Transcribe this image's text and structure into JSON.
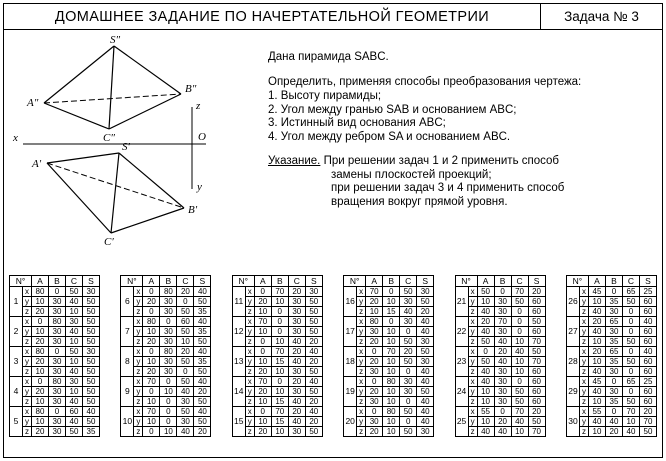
{
  "header": {
    "title": "ДОМАШНЕЕ ЗАДАНИЕ ПО НАЧЕРТАТЕЛЬНОЙ ГЕОМЕТРИИ",
    "task": "Задача № 3"
  },
  "description": {
    "given": "Дана пирамида SABC.",
    "determine": "Определить, применяя способы преобразования чертежа:",
    "items": [
      "1. Высоту пирамиды;",
      "2. Угол между гранью SAB и основанием ABC;",
      "3. Истинный вид основания ABC;",
      "4. Угол между ребром SA и основанием ABC."
    ],
    "note_label": "Указание.",
    "note_lines": [
      "При решении задач 1 и 2 применить способ",
      "замены плоскостей проекций;",
      "при решении задач 3 и 4 применить способ",
      "вращения вокруг прямой уровня."
    ]
  },
  "drawing": {
    "s2": "S″",
    "a2": "A″",
    "b2": "B″",
    "c2": "C″",
    "s1": "S′",
    "a1": "A′",
    "b1": "B′",
    "c1": "C′",
    "axis_x": "x",
    "axis_z": "z",
    "origin": "O",
    "axis_y": "y"
  },
  "table_headers": {
    "num": "N°",
    "cols": [
      "A",
      "B",
      "C",
      "S"
    ],
    "row_labels": [
      "x",
      "y",
      "z"
    ]
  },
  "tables": [
    {
      "variants": [
        {
          "n": 1,
          "x": [
            80,
            0,
            50,
            30
          ],
          "y": [
            10,
            30,
            40,
            50
          ],
          "z": [
            20,
            30,
            10,
            50
          ]
        },
        {
          "n": 2,
          "x": [
            0,
            80,
            30,
            50
          ],
          "y": [
            10,
            30,
            40,
            50
          ],
          "z": [
            20,
            30,
            10,
            50
          ]
        },
        {
          "n": 3,
          "x": [
            80,
            0,
            50,
            30
          ],
          "y": [
            20,
            30,
            10,
            50
          ],
          "z": [
            10,
            30,
            40,
            50
          ]
        },
        {
          "n": 4,
          "x": [
            0,
            80,
            30,
            50
          ],
          "y": [
            20,
            30,
            10,
            50
          ],
          "z": [
            10,
            30,
            40,
            50
          ]
        },
        {
          "n": 5,
          "x": [
            80,
            0,
            60,
            40
          ],
          "y": [
            10,
            30,
            40,
            50
          ],
          "z": [
            20,
            30,
            50,
            35
          ]
        }
      ]
    },
    {
      "variants": [
        {
          "n": 6,
          "x": [
            0,
            80,
            20,
            40
          ],
          "y": [
            20,
            30,
            0,
            50
          ],
          "z": [
            0,
            30,
            50,
            35
          ]
        },
        {
          "n": 7,
          "x": [
            80,
            0,
            60,
            40
          ],
          "y": [
            10,
            30,
            50,
            35
          ],
          "z": [
            20,
            30,
            10,
            50
          ]
        },
        {
          "n": 8,
          "x": [
            0,
            80,
            20,
            40
          ],
          "y": [
            10,
            30,
            50,
            35
          ],
          "z": [
            20,
            30,
            0,
            50
          ]
        },
        {
          "n": 9,
          "x": [
            70,
            0,
            50,
            40
          ],
          "y": [
            0,
            10,
            40,
            20
          ],
          "z": [
            10,
            0,
            30,
            50
          ]
        },
        {
          "n": 10,
          "x": [
            70,
            0,
            50,
            40
          ],
          "y": [
            10,
            0,
            30,
            50
          ],
          "z": [
            0,
            10,
            40,
            20
          ]
        }
      ]
    },
    {
      "variants": [
        {
          "n": 11,
          "x": [
            0,
            70,
            20,
            30
          ],
          "y": [
            20,
            10,
            30,
            50
          ],
          "z": [
            10,
            0,
            30,
            50
          ]
        },
        {
          "n": 12,
          "x": [
            70,
            0,
            30,
            50
          ],
          "y": [
            10,
            0,
            30,
            50
          ],
          "z": [
            0,
            10,
            40,
            20
          ]
        },
        {
          "n": 13,
          "x": [
            0,
            70,
            20,
            40
          ],
          "y": [
            10,
            15,
            40,
            20
          ],
          "z": [
            20,
            10,
            30,
            50
          ]
        },
        {
          "n": 14,
          "x": [
            70,
            0,
            20,
            40
          ],
          "y": [
            20,
            10,
            30,
            50
          ],
          "z": [
            10,
            15,
            40,
            20
          ]
        },
        {
          "n": 15,
          "x": [
            0,
            70,
            20,
            40
          ],
          "y": [
            10,
            15,
            40,
            20
          ],
          "z": [
            20,
            10,
            30,
            50
          ]
        }
      ]
    },
    {
      "variants": [
        {
          "n": 16,
          "x": [
            70,
            0,
            50,
            30
          ],
          "y": [
            20,
            10,
            30,
            50
          ],
          "z": [
            10,
            15,
            40,
            20
          ]
        },
        {
          "n": 17,
          "x": [
            80,
            0,
            30,
            40
          ],
          "y": [
            30,
            10,
            0,
            40
          ],
          "z": [
            20,
            10,
            50,
            30
          ]
        },
        {
          "n": 18,
          "x": [
            0,
            70,
            20,
            50
          ],
          "y": [
            20,
            10,
            50,
            30
          ],
          "z": [
            30,
            10,
            0,
            40
          ]
        },
        {
          "n": 19,
          "x": [
            0,
            80,
            30,
            40
          ],
          "y": [
            20,
            10,
            30,
            50
          ],
          "z": [
            30,
            10,
            0,
            40
          ]
        },
        {
          "n": 20,
          "x": [
            0,
            80,
            50,
            40
          ],
          "y": [
            30,
            10,
            0,
            40
          ],
          "z": [
            20,
            10,
            50,
            30
          ]
        }
      ]
    },
    {
      "variants": [
        {
          "n": 21,
          "x": [
            50,
            0,
            70,
            20
          ],
          "y": [
            10,
            30,
            50,
            60
          ],
          "z": [
            40,
            30,
            0,
            60
          ]
        },
        {
          "n": 22,
          "x": [
            20,
            70,
            0,
            50
          ],
          "y": [
            40,
            30,
            0,
            60
          ],
          "z": [
            50,
            40,
            10,
            70
          ]
        },
        {
          "n": 23,
          "x": [
            0,
            20,
            40,
            50
          ],
          "y": [
            50,
            40,
            10,
            70
          ],
          "z": [
            40,
            30,
            10,
            60
          ]
        },
        {
          "n": 24,
          "x": [
            40,
            30,
            0,
            60
          ],
          "y": [
            10,
            30,
            50,
            60
          ],
          "z": [
            10,
            30,
            50,
            60
          ]
        },
        {
          "n": 25,
          "x": [
            55,
            0,
            70,
            20
          ],
          "y": [
            10,
            20,
            40,
            50
          ],
          "z": [
            40,
            40,
            10,
            70
          ]
        }
      ]
    },
    {
      "variants": [
        {
          "n": 26,
          "x": [
            45,
            0,
            65,
            25
          ],
          "y": [
            10,
            35,
            50,
            60
          ],
          "z": [
            40,
            30,
            0,
            60
          ]
        },
        {
          "n": 27,
          "x": [
            20,
            65,
            0,
            40
          ],
          "y": [
            40,
            30,
            0,
            60
          ],
          "z": [
            10,
            35,
            50,
            60
          ]
        },
        {
          "n": 28,
          "x": [
            20,
            65,
            0,
            40
          ],
          "y": [
            10,
            35,
            50,
            60
          ],
          "z": [
            40,
            30,
            0,
            60
          ]
        },
        {
          "n": 29,
          "x": [
            45,
            0,
            65,
            25
          ],
          "y": [
            40,
            30,
            0,
            60
          ],
          "z": [
            10,
            35,
            50,
            60
          ]
        },
        {
          "n": 30,
          "x": [
            55,
            0,
            70,
            20
          ],
          "y": [
            40,
            40,
            10,
            70
          ],
          "z": [
            10,
            20,
            40,
            50
          ]
        }
      ]
    }
  ]
}
